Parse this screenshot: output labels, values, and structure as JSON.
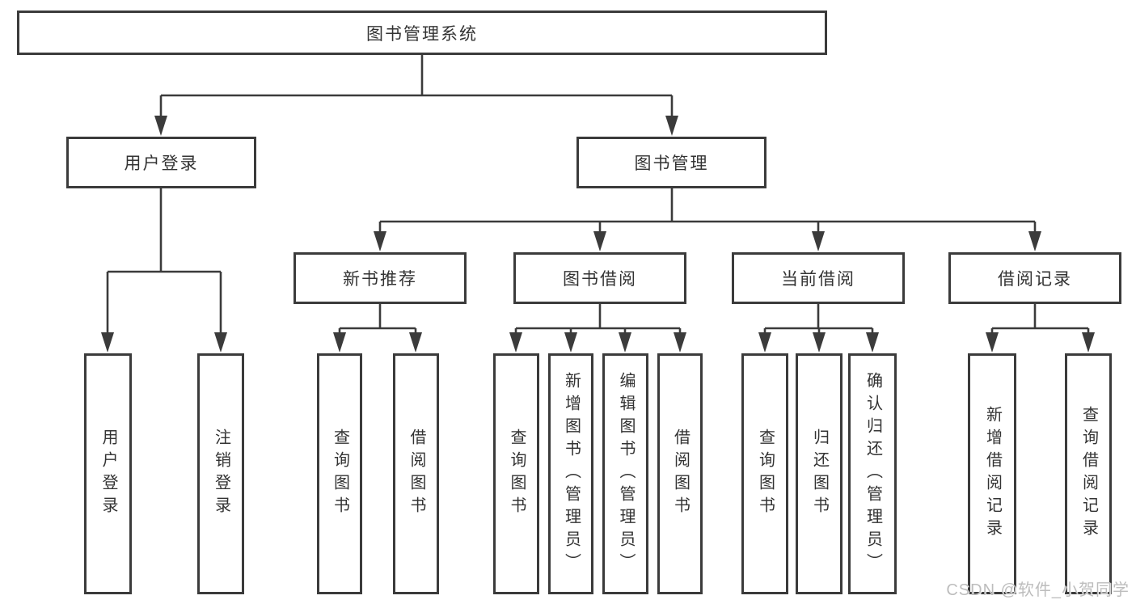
{
  "diagram": {
    "root": {
      "label": "图书管理系统"
    },
    "branches": {
      "user_login": {
        "label": "用户登录",
        "children": [
          {
            "label": "用户登录"
          },
          {
            "label": "注销登录"
          }
        ]
      },
      "book_management": {
        "label": "图书管理",
        "sections": [
          {
            "label": "新书推荐",
            "children": [
              {
                "label": "查询图书"
              },
              {
                "label": "借阅图书"
              }
            ]
          },
          {
            "label": "图书借阅",
            "children": [
              {
                "label": "查询图书"
              },
              {
                "label": "新增图书（管理员）"
              },
              {
                "label": "编辑图书（管理员）"
              },
              {
                "label": "借阅图书"
              }
            ]
          },
          {
            "label": "当前借阅",
            "children": [
              {
                "label": "查询图书"
              },
              {
                "label": "归还图书"
              },
              {
                "label": "确认归还（管理员）"
              }
            ]
          },
          {
            "label": "借阅记录",
            "children": [
              {
                "label": "新增借阅记录"
              },
              {
                "label": "查询借阅记录"
              }
            ]
          }
        ]
      }
    }
  },
  "watermark": {
    "text": "CSDN @软件_小贺同学"
  },
  "colors": {
    "line": "#3b3b3b",
    "text": "#333333",
    "watermark": "#bdbdbd",
    "background": "#ffffff"
  }
}
